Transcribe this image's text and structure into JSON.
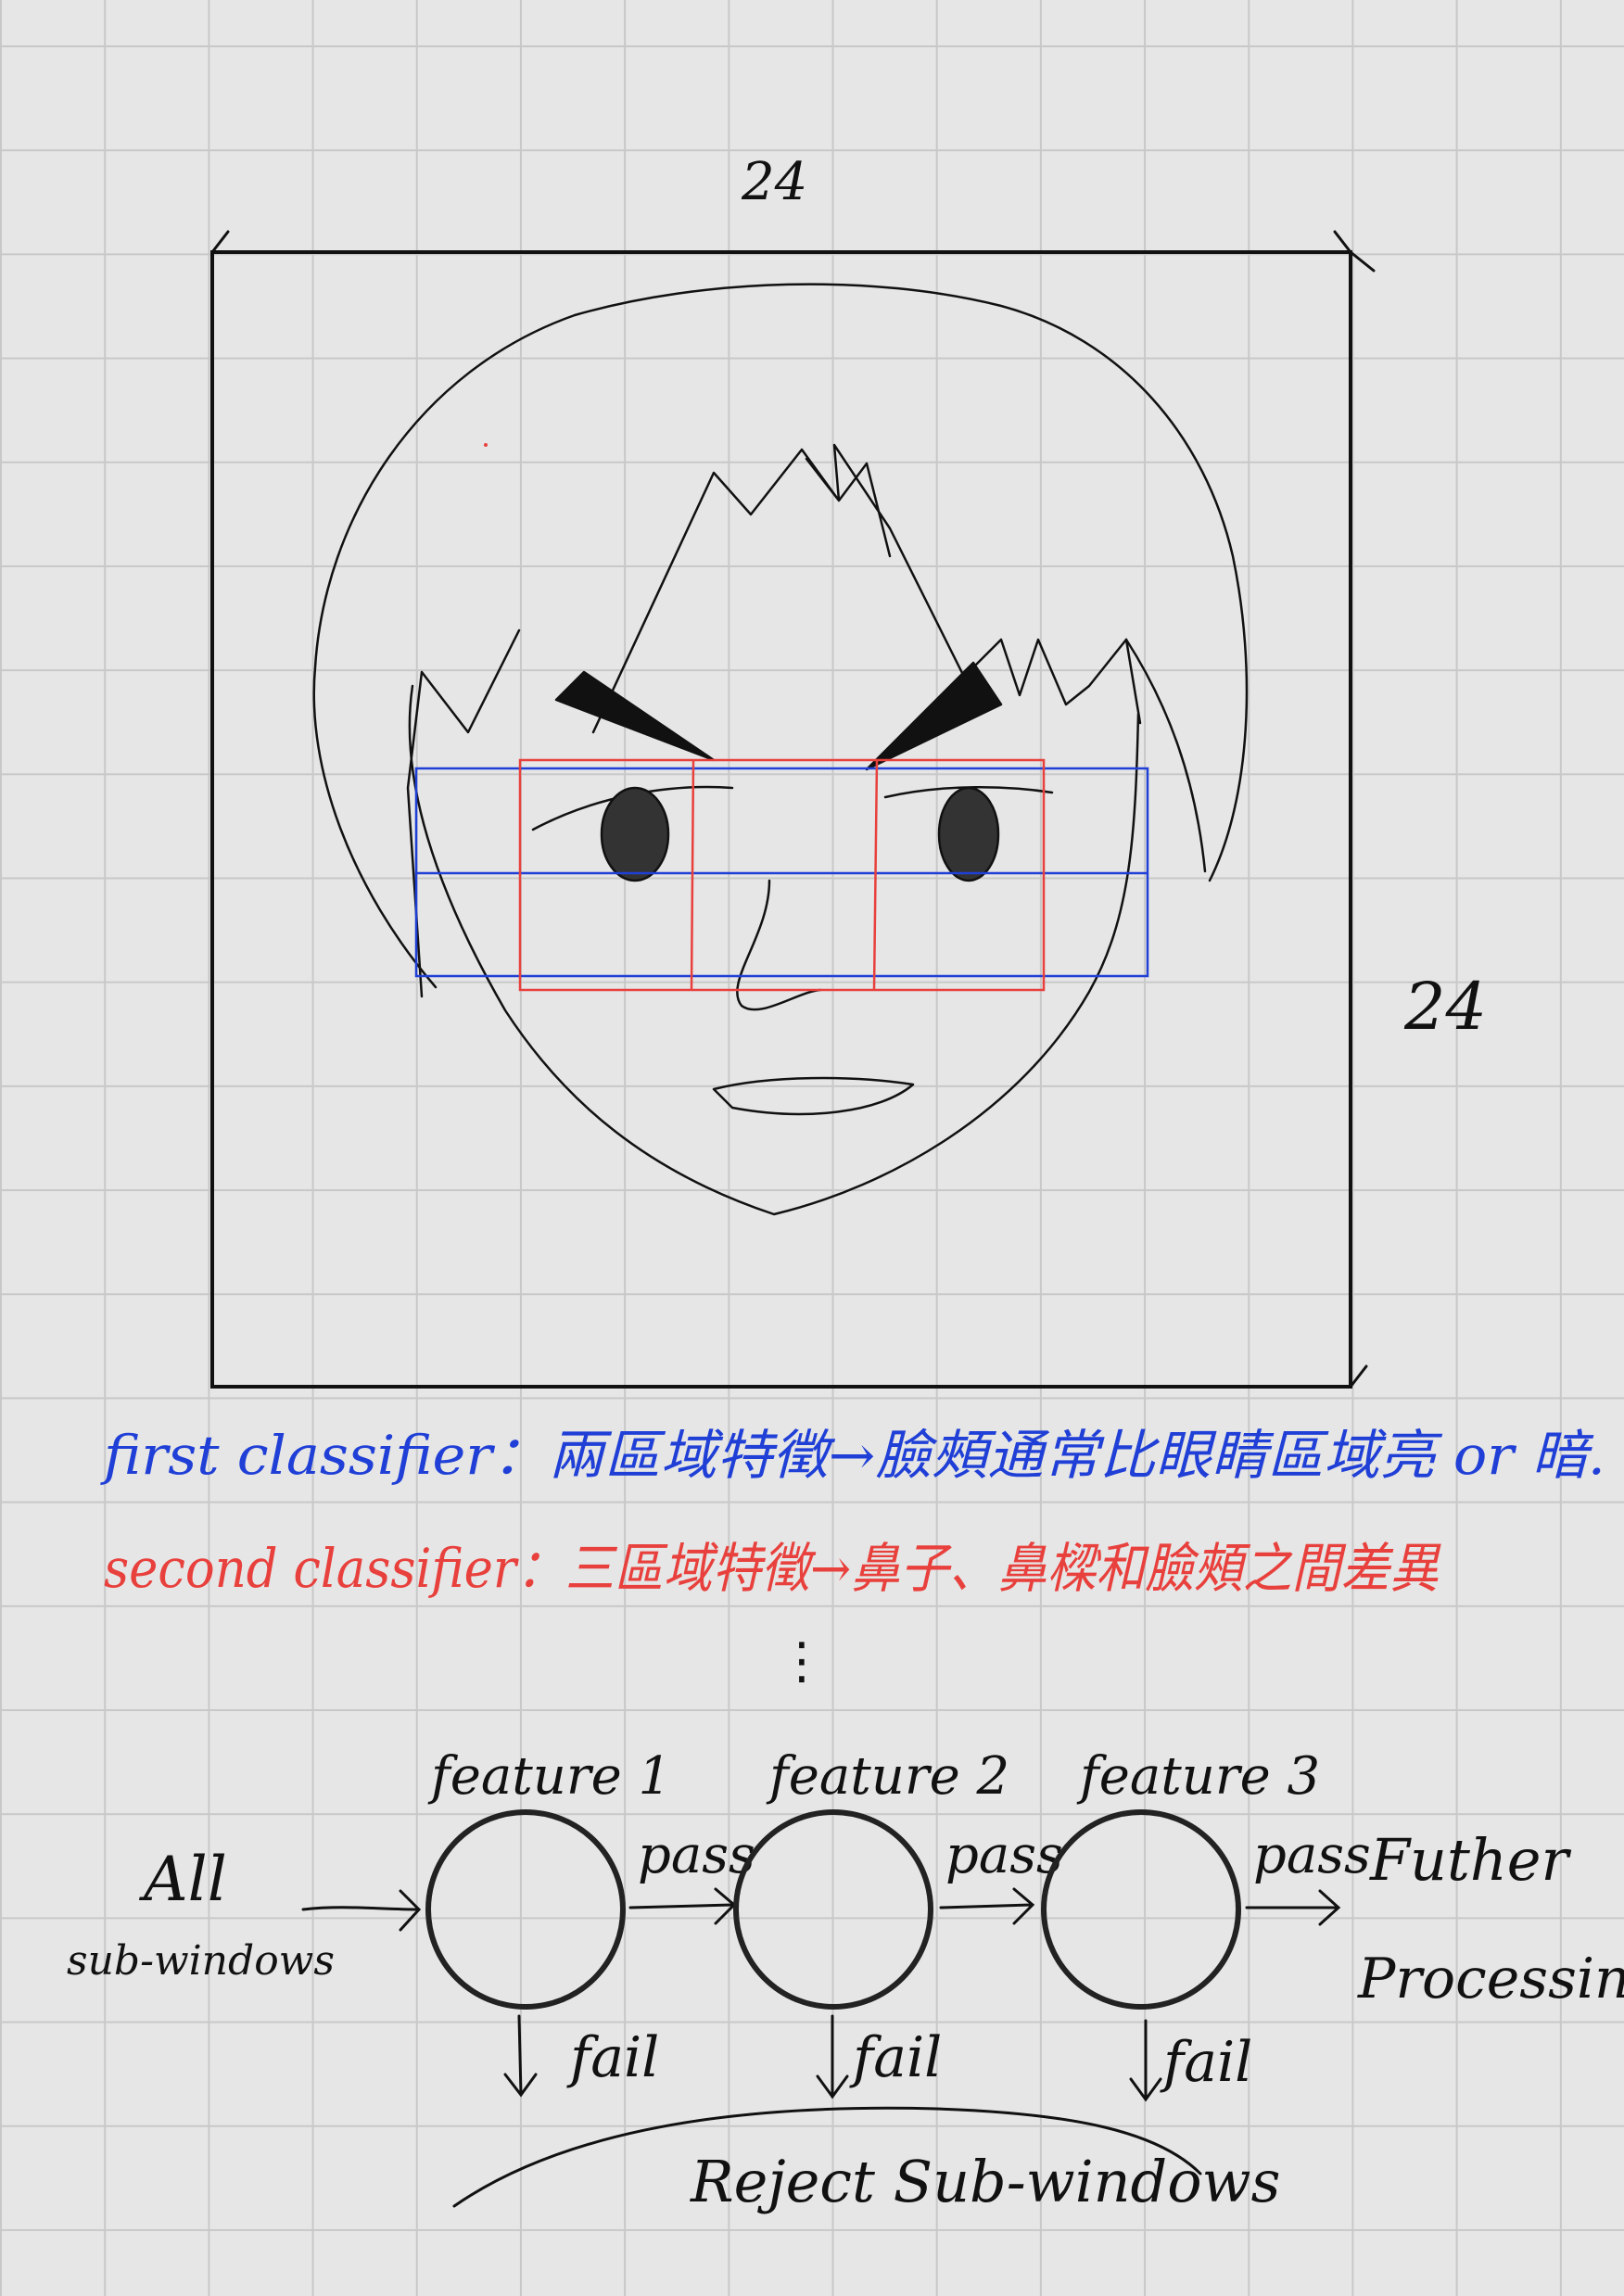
{
  "dims": {
    "width_label": "24",
    "height_label": "24"
  },
  "notes": {
    "first": "first classifier：兩區域特徵→臉頰通常比眼睛區域亮 or 暗.",
    "second": "second classifier：三區域特徵→鼻子、鼻樑和臉頰之間差異",
    "ellipsis": "⋮"
  },
  "cascade": {
    "input": [
      "All",
      "sub-windows"
    ],
    "stages": [
      {
        "label": "feature 1",
        "pass": "pass",
        "fail": "fail"
      },
      {
        "label": "feature 2",
        "pass": "pass",
        "fail": "fail"
      },
      {
        "label": "feature 3",
        "pass": "pass",
        "fail": "fail"
      }
    ],
    "output": [
      "Futher",
      "Processing"
    ],
    "reject": "Reject Sub-windows"
  },
  "colors": {
    "ink": "#111111",
    "first_classifier": "#1f3fd6",
    "second_classifier": "#e8403c",
    "grid": "#c8c8c8",
    "paper": "#e6e6e6"
  }
}
